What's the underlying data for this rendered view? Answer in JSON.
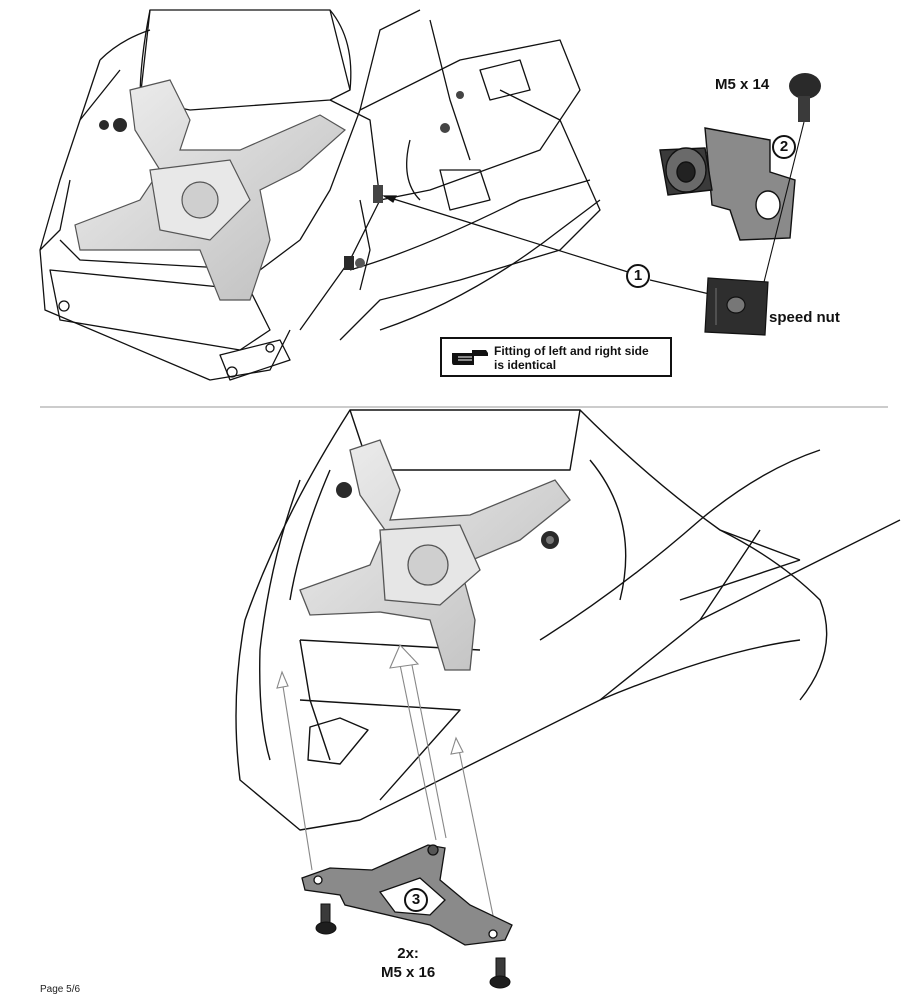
{
  "labels": {
    "screw_top": "M5 x 14",
    "speed_nut": "speed nut",
    "note_line1": "Fitting of left and right side",
    "note_line2": "is identical",
    "qty_line1": "2x:",
    "qty_line2": "M5 x 16",
    "page": "Page 5/6"
  },
  "callouts": {
    "step1": "1",
    "step2": "2",
    "step3": "3"
  },
  "colors": {
    "line": "#111111",
    "part_gray": "#8a8a8a",
    "dark_part": "#2a2a2a",
    "lamp_gray": "#d8d8d8"
  },
  "icons": {
    "note": "pointing-hand-icon"
  }
}
